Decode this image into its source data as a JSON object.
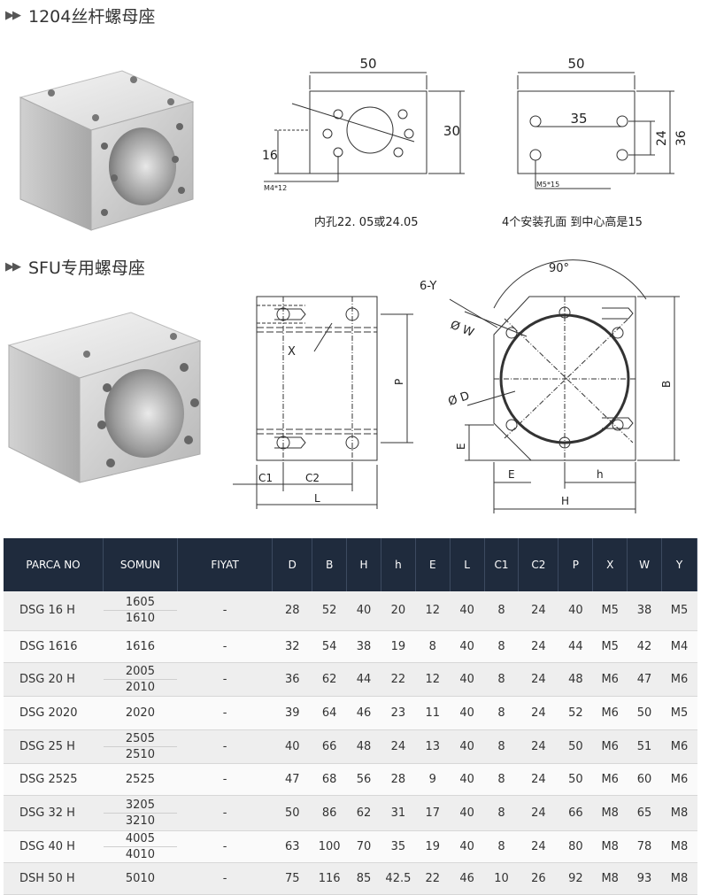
{
  "section1": {
    "title": "1204丝杆螺母座",
    "front_view": {
      "width_label": "50",
      "height_label": "30",
      "center_height_label": "16",
      "hole_note": "M4*12"
    },
    "side_view": {
      "width_label": "50",
      "hole_spacing_label": "35",
      "hole_height_label": "24",
      "total_height_label": "36",
      "hole_note": "M5*15"
    },
    "caption_left": "内孔22. 05或24.05",
    "caption_right": "4个安装孔面 到中心高是15"
  },
  "section2": {
    "title": "SFU专用螺母座",
    "side_labels": {
      "x": "X",
      "p": "P",
      "c1": "C1",
      "c2": "C2",
      "l": "L"
    },
    "front_labels": {
      "angle": "90°",
      "y": "6-Y",
      "w": "Ø W",
      "d": "Ø D",
      "b": "B",
      "e_vertical": "E",
      "e_horizontal": "E",
      "h_small": "h",
      "h_big": "H"
    }
  },
  "table": {
    "headers": [
      "PARCA NO",
      "SOMUN",
      "FIYAT",
      "D",
      "B",
      "H",
      "h",
      "E",
      "L",
      "C1",
      "C2",
      "P",
      "X",
      "W",
      "Y"
    ],
    "rows": [
      {
        "part": "DSG 16 H",
        "nut": [
          "1605",
          "1610"
        ],
        "price": "-",
        "vals": [
          "28",
          "52",
          "40",
          "20",
          "12",
          "40",
          "8",
          "24",
          "40",
          "M5",
          "38",
          "M5"
        ]
      },
      {
        "part": "DSG 1616",
        "nut": [
          "1616"
        ],
        "price": "-",
        "vals": [
          "32",
          "54",
          "38",
          "19",
          "8",
          "40",
          "8",
          "24",
          "44",
          "M5",
          "42",
          "M4"
        ]
      },
      {
        "part": "DSG 20 H",
        "nut": [
          "2005",
          "2010"
        ],
        "price": "-",
        "vals": [
          "36",
          "62",
          "44",
          "22",
          "12",
          "40",
          "8",
          "24",
          "48",
          "M6",
          "47",
          "M6"
        ]
      },
      {
        "part": "DSG 2020",
        "nut": [
          "2020"
        ],
        "price": "-",
        "vals": [
          "39",
          "64",
          "46",
          "23",
          "11",
          "40",
          "8",
          "24",
          "52",
          "M6",
          "50",
          "M5"
        ]
      },
      {
        "part": "DSG 25 H",
        "nut": [
          "2505",
          "2510"
        ],
        "price": "-",
        "vals": [
          "40",
          "66",
          "48",
          "24",
          "13",
          "40",
          "8",
          "24",
          "50",
          "M6",
          "51",
          "M6"
        ]
      },
      {
        "part": "DSG 2525",
        "nut": [
          "2525"
        ],
        "price": "-",
        "vals": [
          "47",
          "68",
          "56",
          "28",
          "9",
          "40",
          "8",
          "24",
          "50",
          "M6",
          "60",
          "M6"
        ]
      },
      {
        "part": "DSG 32 H",
        "nut": [
          "3205",
          "3210"
        ],
        "price": "-",
        "vals": [
          "50",
          "86",
          "62",
          "31",
          "17",
          "40",
          "8",
          "24",
          "66",
          "M8",
          "65",
          "M8"
        ]
      },
      {
        "part": "DSG 40 H",
        "nut": [
          "4005",
          "4010"
        ],
        "price": "-",
        "vals": [
          "63",
          "100",
          "70",
          "35",
          "19",
          "40",
          "8",
          "24",
          "80",
          "M8",
          "78",
          "M8"
        ]
      },
      {
        "part": "DSH 50 H",
        "nut": [
          "5010"
        ],
        "price": "-",
        "vals": [
          "75",
          "116",
          "85",
          "42.5",
          "22",
          "46",
          "10",
          "26",
          "92",
          "M8",
          "93",
          "M8"
        ]
      }
    ]
  }
}
